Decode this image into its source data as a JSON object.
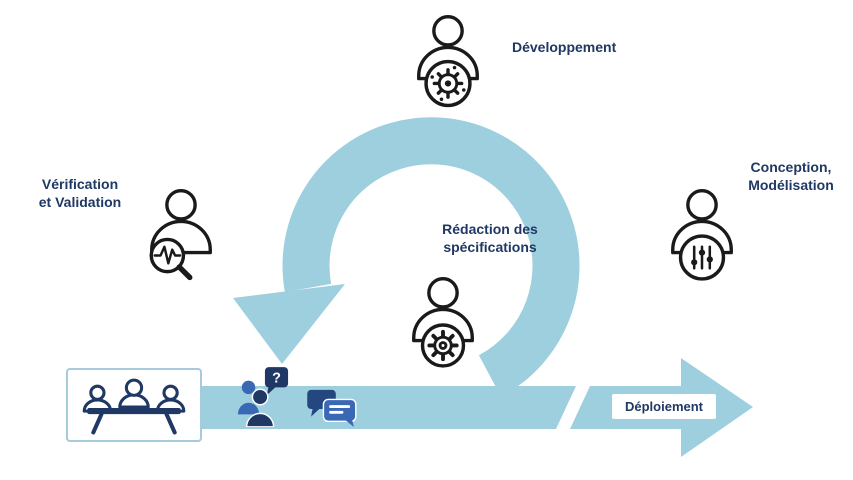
{
  "theme": {
    "loop": "#9DCFDE",
    "navy": "#1F3864",
    "chat_blue": "#3A68B5",
    "chat_dark": "#24477F",
    "icon_stroke": "#1a1a1a",
    "box_border": "#A6CBDC"
  },
  "labels": {
    "development": "Développement",
    "verification": [
      "Vérification",
      "et Validation"
    ],
    "conception": [
      "Conception,",
      "Modélisation"
    ],
    "specification": [
      "Rédaction des",
      "spécifications"
    ],
    "deployment": "Déploiement",
    "question_mark": "?"
  },
  "icons": {
    "development_badge": "circuit-gear",
    "verification_badge": "magnifier-with-waveform",
    "conception_badge": "vertical-sliders",
    "specification_badge": "gear",
    "meeting_box": "people-around-table",
    "band_icon_1": "person-with-question-bubble",
    "band_icon_2": "chat-bubbles",
    "loop": "iteration-loop-arrow",
    "deployment": "right-arrow"
  }
}
